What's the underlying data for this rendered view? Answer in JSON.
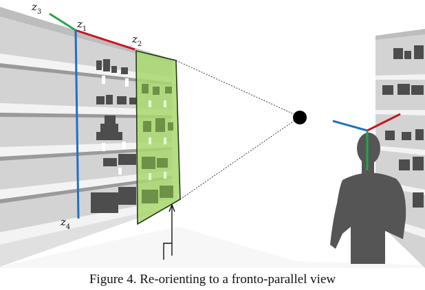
{
  "labels": {
    "z1": {
      "base": "z",
      "sub": "1"
    },
    "z2": {
      "base": "z",
      "sub": "2"
    },
    "z3": {
      "base": "z",
      "sub": "3"
    },
    "z4": {
      "base": "z",
      "sub": "4"
    }
  },
  "colors": {
    "axis_red": "#c8161d",
    "axis_green": "#23a54a",
    "axis_blue": "#1f6fc4",
    "plane_fill": "#a8d86e",
    "shelf_dark": "#5a5a5a",
    "person": "#555555"
  },
  "caption": "Figure 4. Re-orienting to a fronto-parallel view"
}
